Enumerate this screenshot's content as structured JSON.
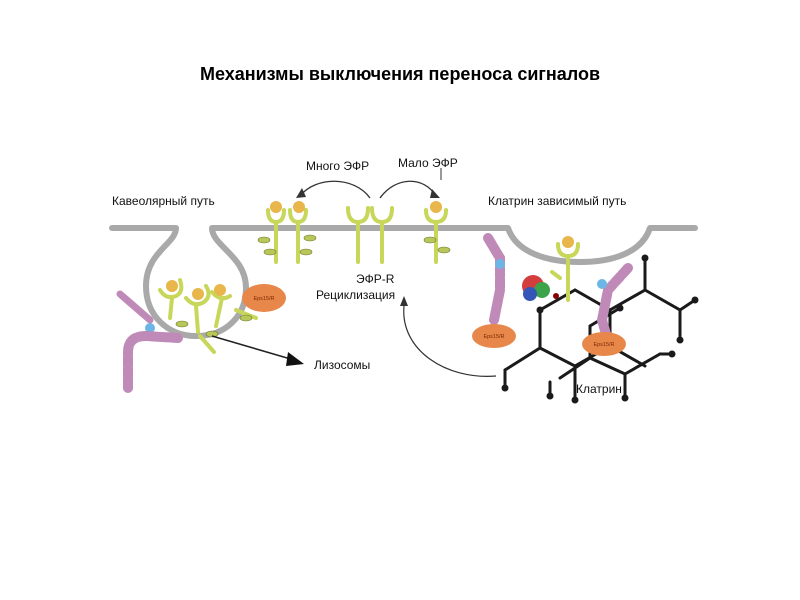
{
  "title": "Механизмы выключения переноса сигналов",
  "labels": {
    "caveolar": "Кавеолярный путь",
    "clathrin_pathway": "Клатрин зависимый путь",
    "many_egf": "Много ЭФР",
    "few_egf": "Мало ЭФР",
    "egfr": "ЭФР-R",
    "recycling": "Рециклизация",
    "lysosomes": "Лизосомы",
    "clathrin": "Клатрин",
    "eps_left": "Eps15/R",
    "eps_right_1": "Eps15/R",
    "eps_right_2": "Eps15/R"
  },
  "colors": {
    "membrane": "#a9a9a9",
    "receptor": "#c8d65a",
    "ligand": "#e8b64a",
    "eps": "#e8874a",
    "adaptor": "#c08ab8",
    "clathrin": "#1a1a1a"
  },
  "icons": {
    "receptor": "y-receptor-icon",
    "ligand": "egf-ligand-icon",
    "eps": "eps15-oval-icon",
    "adaptor": "adaptor-chain-icon",
    "clathrin": "clathrin-lattice-icon"
  }
}
